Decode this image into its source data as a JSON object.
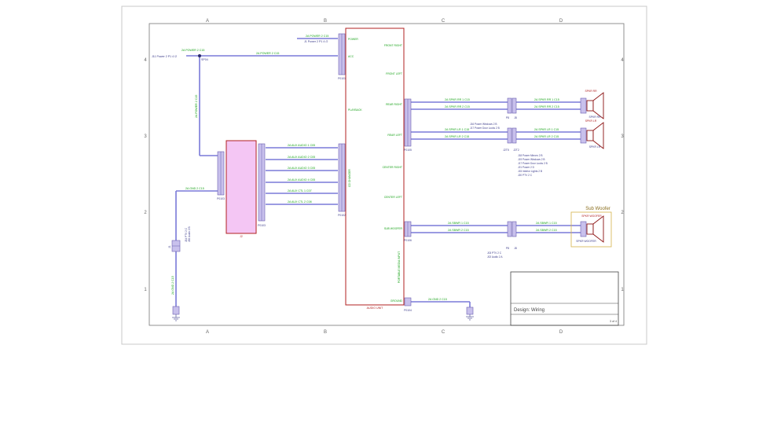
{
  "colors": {
    "wire": "#7a7ad8",
    "wire_dark": "#3b3b8a",
    "label": "#1aa31a",
    "component_outline": "#b02020",
    "module_fill": "#f4c6f4",
    "connector": "#9a8ecf",
    "subwoofer_box": "#d6b34a"
  },
  "grid": {
    "columns": [
      "A",
      "B",
      "C",
      "D"
    ],
    "rows": [
      "4",
      "3",
      "2",
      "1"
    ]
  },
  "labels": {
    "power_top_1": "2A POWER 2 C15",
    "power_top_2": "J1 Power 2 P1 4 /2",
    "power_left": "J11 Power 2 P1 4 /2",
    "power_wire": "2A POWER 2 C15",
    "splice": "SP04",
    "vert_wire": "2A POWER 2 C15",
    "gnd_wire": "2A GND 2 C15",
    "gnd_vert": "2A GND 2 C15",
    "gnd_right": "2A GND 2 C15",
    "left_conn_notes": "J04 PTV 2 C\nJ00 Audio 2 B",
    "left_conn_name": "J1",
    "head_unit_name": "AUDIO UNIT",
    "p0101": "P0101",
    "p0102": "P0102",
    "p0103": "P0103",
    "p0104": "P0104",
    "p0105": "P0105",
    "p0106": "P0106",
    "j1": "J1",
    "audio_pins_left": [
      "POWER",
      "ACC",
      "PLAYBACK",
      "CD CHANGER"
    ],
    "audio_pins_right": [
      "FRONT RIGHT",
      "FRONT LEFT",
      "REAR RIGHT",
      "REAR LEFT",
      "CENTER RIGHT",
      "CENTER LEFT",
      "SUB WOOFER",
      "PORTABLE MEDIA INPUT",
      "GROUND"
    ],
    "module_wires": [
      "2A AUX AUDIO 1 C05",
      "2A AUX AUDIO 2 C05",
      "2A AUX AUDIO 3 C05",
      "2A AUX AUDIO 4 C05",
      "2A AUX CTL 1 C07",
      "2A AUX CTL 2 C08"
    ],
    "spk_wires_front": [
      "2A SPKR RR 1 C15",
      "2A SPKR RR 2 C15",
      "2A SPKR RR 1 C15",
      "2A SPKR RR 2 C15"
    ],
    "spk_wires_rear": [
      "2A SPKR LR 1 C15",
      "2A SPKR LR 2 C15",
      "2A SPKR LR 1 C15",
      "2A SPKR LR 2 C15"
    ],
    "spk_wires_sub": [
      "2A SBWR 1 C15",
      "2A SBWR 2 C15",
      "2A SBWR 1 C15",
      "2A SBWR 2 C15"
    ],
    "spk_rr_name": "SPKR RR",
    "spk_rl_name": "SPKR LR",
    "sub_name": "SPKR WOOFER",
    "sub_title": "Sub Woofer",
    "sub_label": "SPKR WOOFER",
    "j_front_left": "P8",
    "j_front_right": "J8",
    "j_rear_left": "J2T5",
    "j_rear_right": "J2T2",
    "j_sub_left": "P8",
    "j_sub_right": "J8",
    "notes_mid": "J16 Power Windows 2 B\nJ17 Power Door Locks 2 B",
    "notes_right_block": "J18 Power Mirrors 2 B\nJ19 Power Windows 2 B\nJ17 Power Door Locks 2 B\nJ21 Power 2 D\nJ15 Interior Lights 2 B\nJ20 PTV 2 C",
    "notes_sub": "J03 PTV 2 C\nJ02 Audio 2 A",
    "title_design": "Design: Wiring",
    "title_page": "3 of 4",
    "module_name": "J2"
  }
}
